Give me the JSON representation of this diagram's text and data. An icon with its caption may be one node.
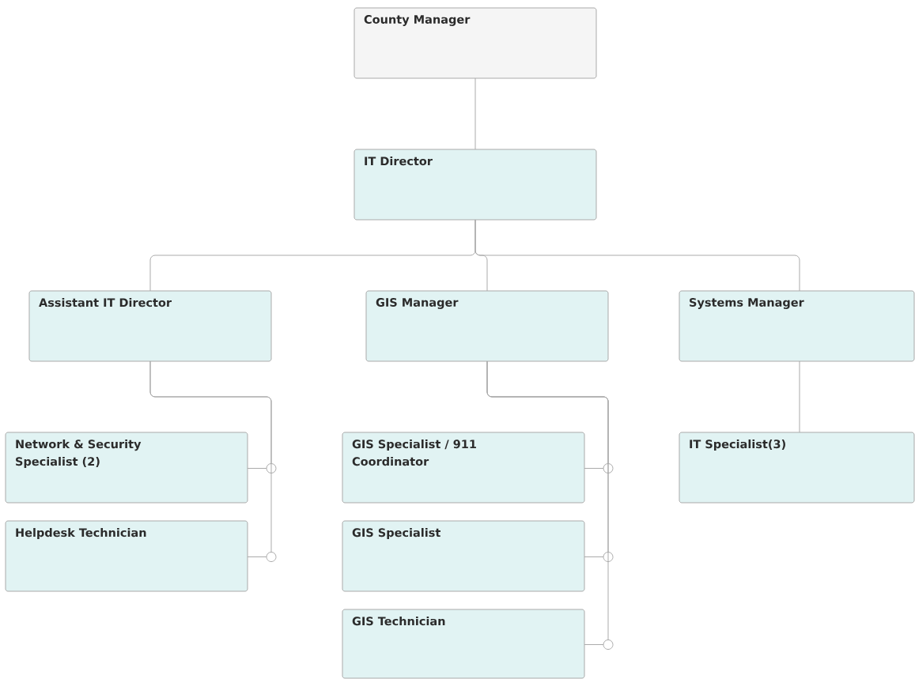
{
  "diagram": {
    "nodes": [
      {
        "text": [
          "County Manager"
        ]
      },
      {
        "text": [
          "IT Director"
        ]
      },
      {
        "text": [
          "Assistant IT Director"
        ]
      },
      {
        "text": [
          "GIS Manager"
        ]
      },
      {
        "text": [
          "Systems Manager"
        ]
      },
      {
        "text": [
          "Network & Security Specialist (2)"
        ]
      },
      {
        "text": [
          "Helpdesk Technician"
        ]
      },
      {
        "text": [
          "GIS Specialist / 911 Coordinator"
        ]
      },
      {
        "text": [
          "GIS Specialist"
        ]
      },
      {
        "text": [
          "GIS Technician"
        ]
      },
      {
        "text": [
          "IT Specialist(3)"
        ]
      }
    ],
    "edges": [
      {
        "from": 0,
        "to": 1,
        "arrow": "none"
      },
      {
        "from": 1,
        "to": 2,
        "arrow": "none"
      },
      {
        "from": 1,
        "to": 3,
        "arrow": "none"
      },
      {
        "from": 1,
        "to": 4,
        "arrow": "none"
      },
      {
        "from": 2,
        "to": 5,
        "arrow": "none"
      },
      {
        "from": 2,
        "to": 6,
        "arrow": "none"
      },
      {
        "from": 3,
        "to": 7,
        "arrow": "none"
      },
      {
        "from": 3,
        "to": 8,
        "arrow": "none"
      },
      {
        "from": 3,
        "to": 9,
        "arrow": "none"
      },
      {
        "from": 4,
        "to": 10,
        "arrow": "none"
      }
    ]
  }
}
